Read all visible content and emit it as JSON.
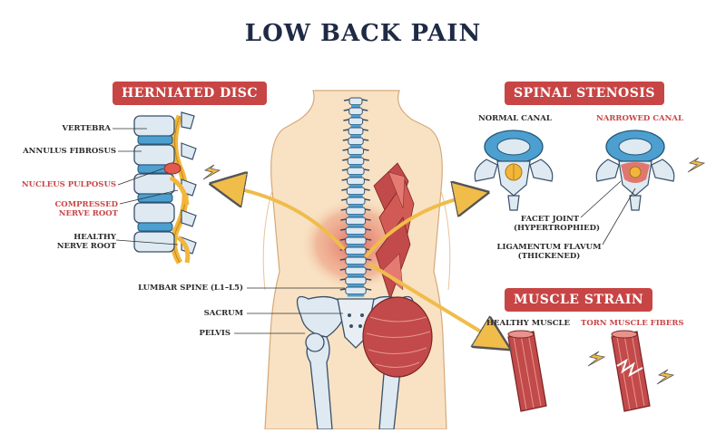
{
  "title": "LOW BACK PAIN",
  "sections": {
    "herniated": {
      "badge": "HERNIATED DISC",
      "labels": {
        "vertebra": "VERTEBRA",
        "annulus": "ANNULUS FIBROSUS",
        "nucleus": "NUCLEUS PULPOSUS",
        "compressed_1": "COMPRESSED",
        "compressed_2": "NERVE ROOT",
        "healthy_1": "HEALTHY",
        "healthy_2": "NERVE ROOT"
      }
    },
    "stenosis": {
      "badge": "SPINAL STENOSIS",
      "labels": {
        "normal": "NORMAL CANAL",
        "narrowed": "NARROWED CANAL",
        "facet_1": "FACET JOINT",
        "facet_2": "(HYPERTROPHIED)",
        "ligament_1": "LIGAMENTUM FLAVUM",
        "ligament_2": "(THICKENED)"
      }
    },
    "muscle": {
      "badge": "MUSCLE STRAIN",
      "labels": {
        "healthy": "HEALTHY MUSCLE",
        "torn": "TORN MUSCLE FIBERS"
      }
    },
    "body": {
      "labels": {
        "lumbar": "LUMBAR SPINE (L1–L5)",
        "sacrum": "SACRUM",
        "pelvis": "PELVIS"
      }
    }
  },
  "colors": {
    "title": "#1f2a44",
    "badge": "#c84545",
    "skin": "#f8e2c3",
    "bone": "#dfe9f1",
    "bone_outline": "#38506a",
    "disc": "#4d9fd0",
    "nerve": "#f2b63a",
    "muscle": "#c24a4a",
    "inflammation": "#e05a4f",
    "arrow": "#f0bc4a"
  }
}
